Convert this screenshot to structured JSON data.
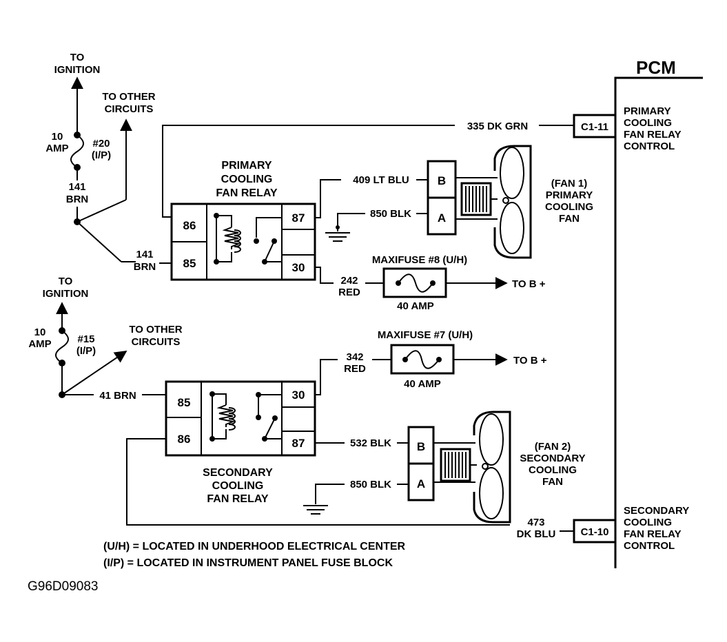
{
  "pcm": {
    "title": "PCM",
    "primary_connector": "C1-11",
    "primary_label": [
      "PRIMARY",
      "COOLING",
      "FAN RELAY",
      "CONTROL"
    ],
    "secondary_connector": "C1-10",
    "secondary_label": [
      "SECONDARY",
      "COOLING",
      "FAN RELAY",
      "CONTROL"
    ]
  },
  "primary_circuit": {
    "to_ignition": [
      "TO",
      "IGNITION"
    ],
    "to_other_circuits": [
      "TO OTHER",
      "CIRCUITS"
    ],
    "fuse_rating": [
      "10",
      "AMP"
    ],
    "fuse_name": [
      "#20",
      "(I/P)"
    ],
    "wire_141_top": [
      "141",
      "BRN"
    ],
    "wire_141_bottom": [
      "141",
      "BRN"
    ],
    "wire_335": "335 DK GRN",
    "relay_title": [
      "PRIMARY",
      "COOLING",
      "FAN RELAY"
    ],
    "relay_pins": [
      "86",
      "85",
      "87",
      "30"
    ],
    "wire_409": "409 LT BLU",
    "wire_850": "850 BLK",
    "fan_pins": [
      "B",
      "A"
    ],
    "fan_label": [
      "(FAN 1)",
      "PRIMARY",
      "COOLING",
      "FAN"
    ],
    "maxifuse_title": "MAXIFUSE #8 (U/H)",
    "maxifuse_rating": "40 AMP",
    "wire_242": [
      "242",
      "RED"
    ],
    "to_b_plus": "TO B +"
  },
  "secondary_circuit": {
    "to_ignition": [
      "TO",
      "IGNITION"
    ],
    "to_other_circuits": [
      "TO OTHER",
      "CIRCUITS"
    ],
    "fuse_rating": [
      "10",
      "AMP"
    ],
    "fuse_name": [
      "#15",
      "(I/P)"
    ],
    "wire_41": "41 BRN",
    "relay_title": [
      "SECONDARY",
      "COOLING",
      "FAN RELAY"
    ],
    "relay_pins": [
      "85",
      "86",
      "30",
      "87"
    ],
    "wire_342": [
      "342",
      "RED"
    ],
    "maxifuse_title": "MAXIFUSE #7 (U/H)",
    "maxifuse_rating": "40 AMP",
    "to_b_plus": "TO B +",
    "wire_532": "532 BLK",
    "wire_850": "850 BLK",
    "fan_pins": [
      "B",
      "A"
    ],
    "fan_label": [
      "(FAN 2)",
      "SECONDARY",
      "COOLING",
      "FAN"
    ],
    "wire_473": [
      "473",
      "DK BLU"
    ]
  },
  "legend": {
    "uh": "(U/H) = LOCATED IN UNDERHOOD ELECTRICAL CENTER",
    "ip": "(I/P) = LOCATED IN INSTRUMENT PANEL FUSE BLOCK"
  },
  "figure_code": "G96D09083"
}
